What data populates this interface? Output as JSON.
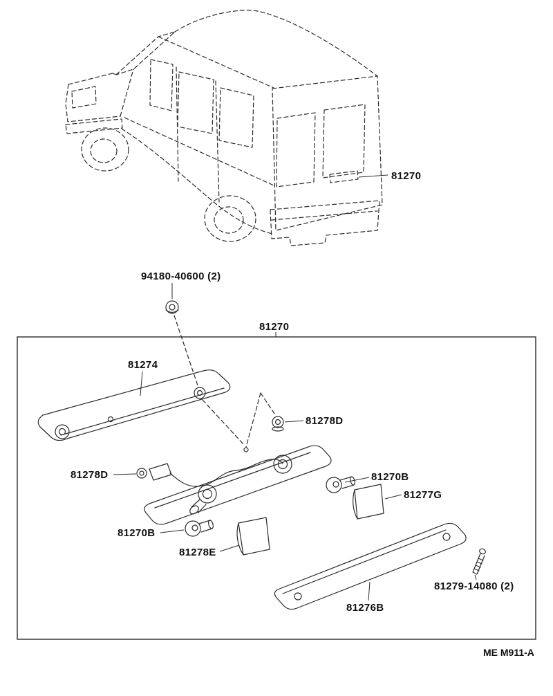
{
  "vehicle": {
    "callout": "81270"
  },
  "assembly": {
    "callout": "81270",
    "nut_label": "94180-40600 (2)",
    "parts": {
      "lens_top": "81274",
      "grommet_right": "81278D",
      "grommet_left": "81278D",
      "bulb_right": "81270B",
      "pad_right": "81277G",
      "bulb_left": "81270B",
      "pad_left": "81278E",
      "screw": "81279-14080 (2)",
      "lens_bottom": "81276B"
    }
  },
  "footer": {
    "code": "ME M911-A"
  }
}
